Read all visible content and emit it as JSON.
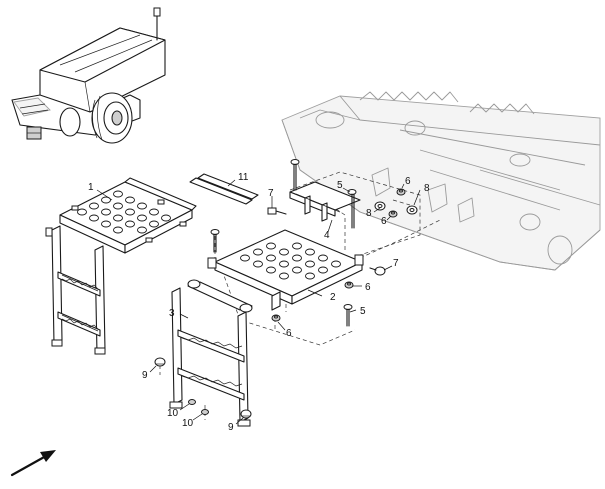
{
  "callouts": [
    {
      "id": "c1",
      "text": "1"
    },
    {
      "id": "c2",
      "text": "2"
    },
    {
      "id": "c3",
      "text": "3"
    },
    {
      "id": "c4",
      "text": "4"
    },
    {
      "id": "c5a",
      "text": "5"
    },
    {
      "id": "c5b",
      "text": "5"
    },
    {
      "id": "c6a",
      "text": "6"
    },
    {
      "id": "c6b",
      "text": "6"
    },
    {
      "id": "c6c",
      "text": "6"
    },
    {
      "id": "c6d",
      "text": "6"
    },
    {
      "id": "c7a",
      "text": "7"
    },
    {
      "id": "c7b",
      "text": "7"
    },
    {
      "id": "c8a",
      "text": "8"
    },
    {
      "id": "c8b",
      "text": "8"
    },
    {
      "id": "c9a",
      "text": "9"
    },
    {
      "id": "c9b",
      "text": "9"
    },
    {
      "id": "c10a",
      "text": "10"
    },
    {
      "id": "c10b",
      "text": "10"
    },
    {
      "id": "c11",
      "text": "11"
    }
  ],
  "icons": {
    "direction_arrow": "arrow-up-right-icon"
  }
}
